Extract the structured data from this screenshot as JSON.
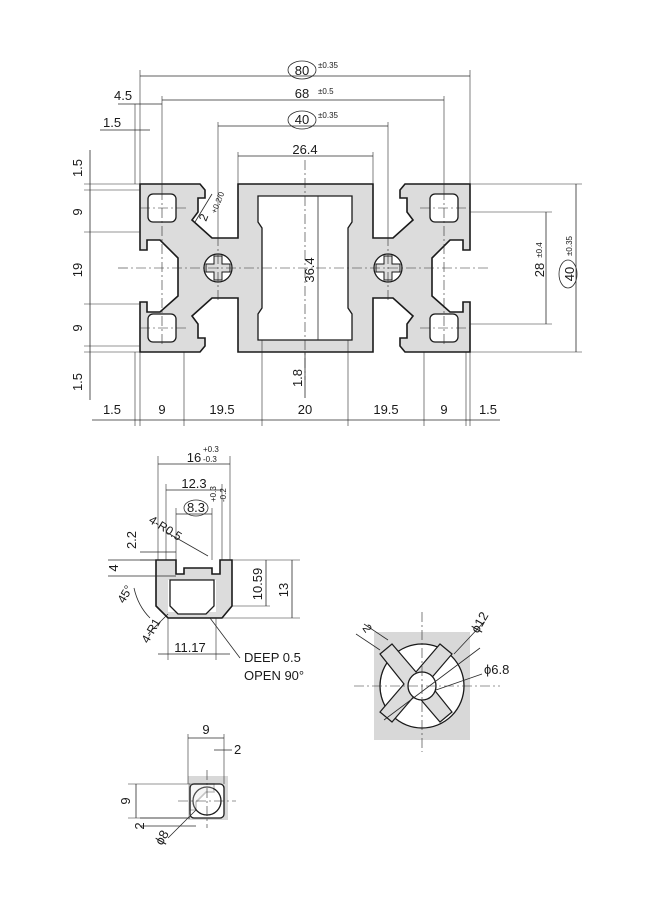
{
  "main_view": {
    "overall_width": "80",
    "overall_width_tol": "±0.35",
    "outer_slot_span": "68",
    "outer_slot_span_tol": "±0.5",
    "inner_slot_span": "40",
    "inner_slot_span_tol": "±0.35",
    "center_opening": "26.4",
    "flange_offset": "4.5",
    "wall_top": "1.5",
    "slot_depth_top": "9",
    "center_band": "19",
    "slot_depth_bottom": "9",
    "wall_bottom": "1.5",
    "cavity_height": "36.4",
    "bottom_wall": "1.8",
    "slot_width_label": "2",
    "slot_width_tol": "+0.2/0",
    "height_inner": "28",
    "height_inner_tol": "±0.4",
    "height_outer": "40",
    "height_outer_tol": "±0.35",
    "bottom_dims": [
      "1.5",
      "9",
      "19.5",
      "20",
      "19.5",
      "9",
      "1.5"
    ]
  },
  "slot_detail": {
    "width_16": "16",
    "width_16_tol_plus": "+0.3",
    "width_16_tol_minus": "-0.3",
    "width_12_3": "12.3",
    "width_8_3": "8.3",
    "width_8_3_tol_plus": "+0.3",
    "width_8_3_tol_minus": "-0.2",
    "lip_2_2": "2.2",
    "radius_0_5": "4-R0.5",
    "lip_4": "4",
    "angle_45": "45°",
    "radius_1": "4-R1",
    "height_10_59": "10.59",
    "height_13": "13",
    "width_11_17": "11.17",
    "note_line1": "DEEP 0.5",
    "note_line2": "OPEN 90°"
  },
  "core_detail": {
    "arm_width": "2",
    "outer_dia": "ϕ12",
    "inner_dia": "ϕ6.8"
  },
  "corner_detail": {
    "width": "9",
    "gap": "2",
    "height": "9",
    "wall": "2",
    "dia": "ϕ8"
  }
}
